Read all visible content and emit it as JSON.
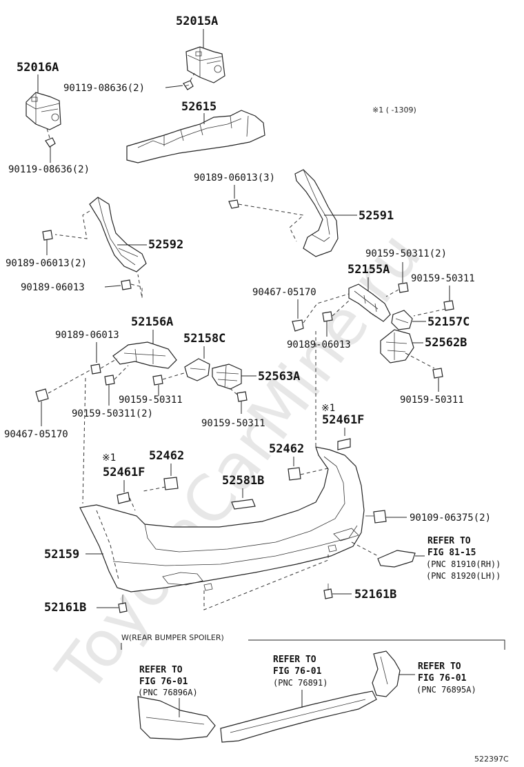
{
  "watermark": "ToyotaCarMine.ru",
  "diagram_code": "522397C",
  "note_mark": "※1 (     -1309)",
  "labels": {
    "p52015A": "52015A",
    "p52016A": "52016A",
    "b90119a": "90119-08636(2)",
    "b90119b": "90119-08636(2)",
    "p52615": "52615",
    "c90189_3": "90189-06013(3)",
    "p52591": "52591",
    "p52592": "52592",
    "c90189_2": "90189-06013(2)",
    "c90189_a": "90189-06013",
    "s90159_2a": "90159-50311(2)",
    "s90159_a": "90159-50311",
    "p52155A": "52155A",
    "c90467_a": "90467-05170",
    "p52157C": "52157C",
    "c90189_b": "90189-06013",
    "p52562B": "52562B",
    "s90159_b": "90159-50311",
    "p52156A": "52156A",
    "c90189_c": "90189-06013",
    "p52158C": "52158C",
    "p52563A": "52563A",
    "s90159_c": "90159-50311",
    "s90159_2b": "90159-50311(2)",
    "s90159_d": "90159-50311",
    "c90467_b": "90467-05170",
    "note_r": "※1",
    "p52461F_r": "52461F",
    "p52462_r": "52462",
    "p52462_l": "52462",
    "note_l": "※1",
    "p52461F_l": "52461F",
    "p52581B": "52581B",
    "b90109": "90109-06375(2)",
    "p52159": "52159",
    "p52161B_r": "52161B",
    "p52161B_l": "52161B"
  },
  "refer_fig81": {
    "line1": "REFER TO",
    "line2": "FIG 81-15",
    "line3": "(PNC 81910(RH))",
    "line4": "(PNC 81920(LH))"
  },
  "spoiler_section": {
    "title": "W(REAR BUMPER SPOILER)",
    "left": {
      "line1": "REFER TO",
      "line2": "FIG 76-01",
      "line3": "(PNC 76896A)"
    },
    "center": {
      "line1": "REFER TO",
      "line2": "FIG 76-01",
      "line3": "(PNC 76891)"
    },
    "right": {
      "line1": "REFER TO",
      "line2": "FIG 76-01",
      "line3": "(PNC 76895A)"
    }
  }
}
